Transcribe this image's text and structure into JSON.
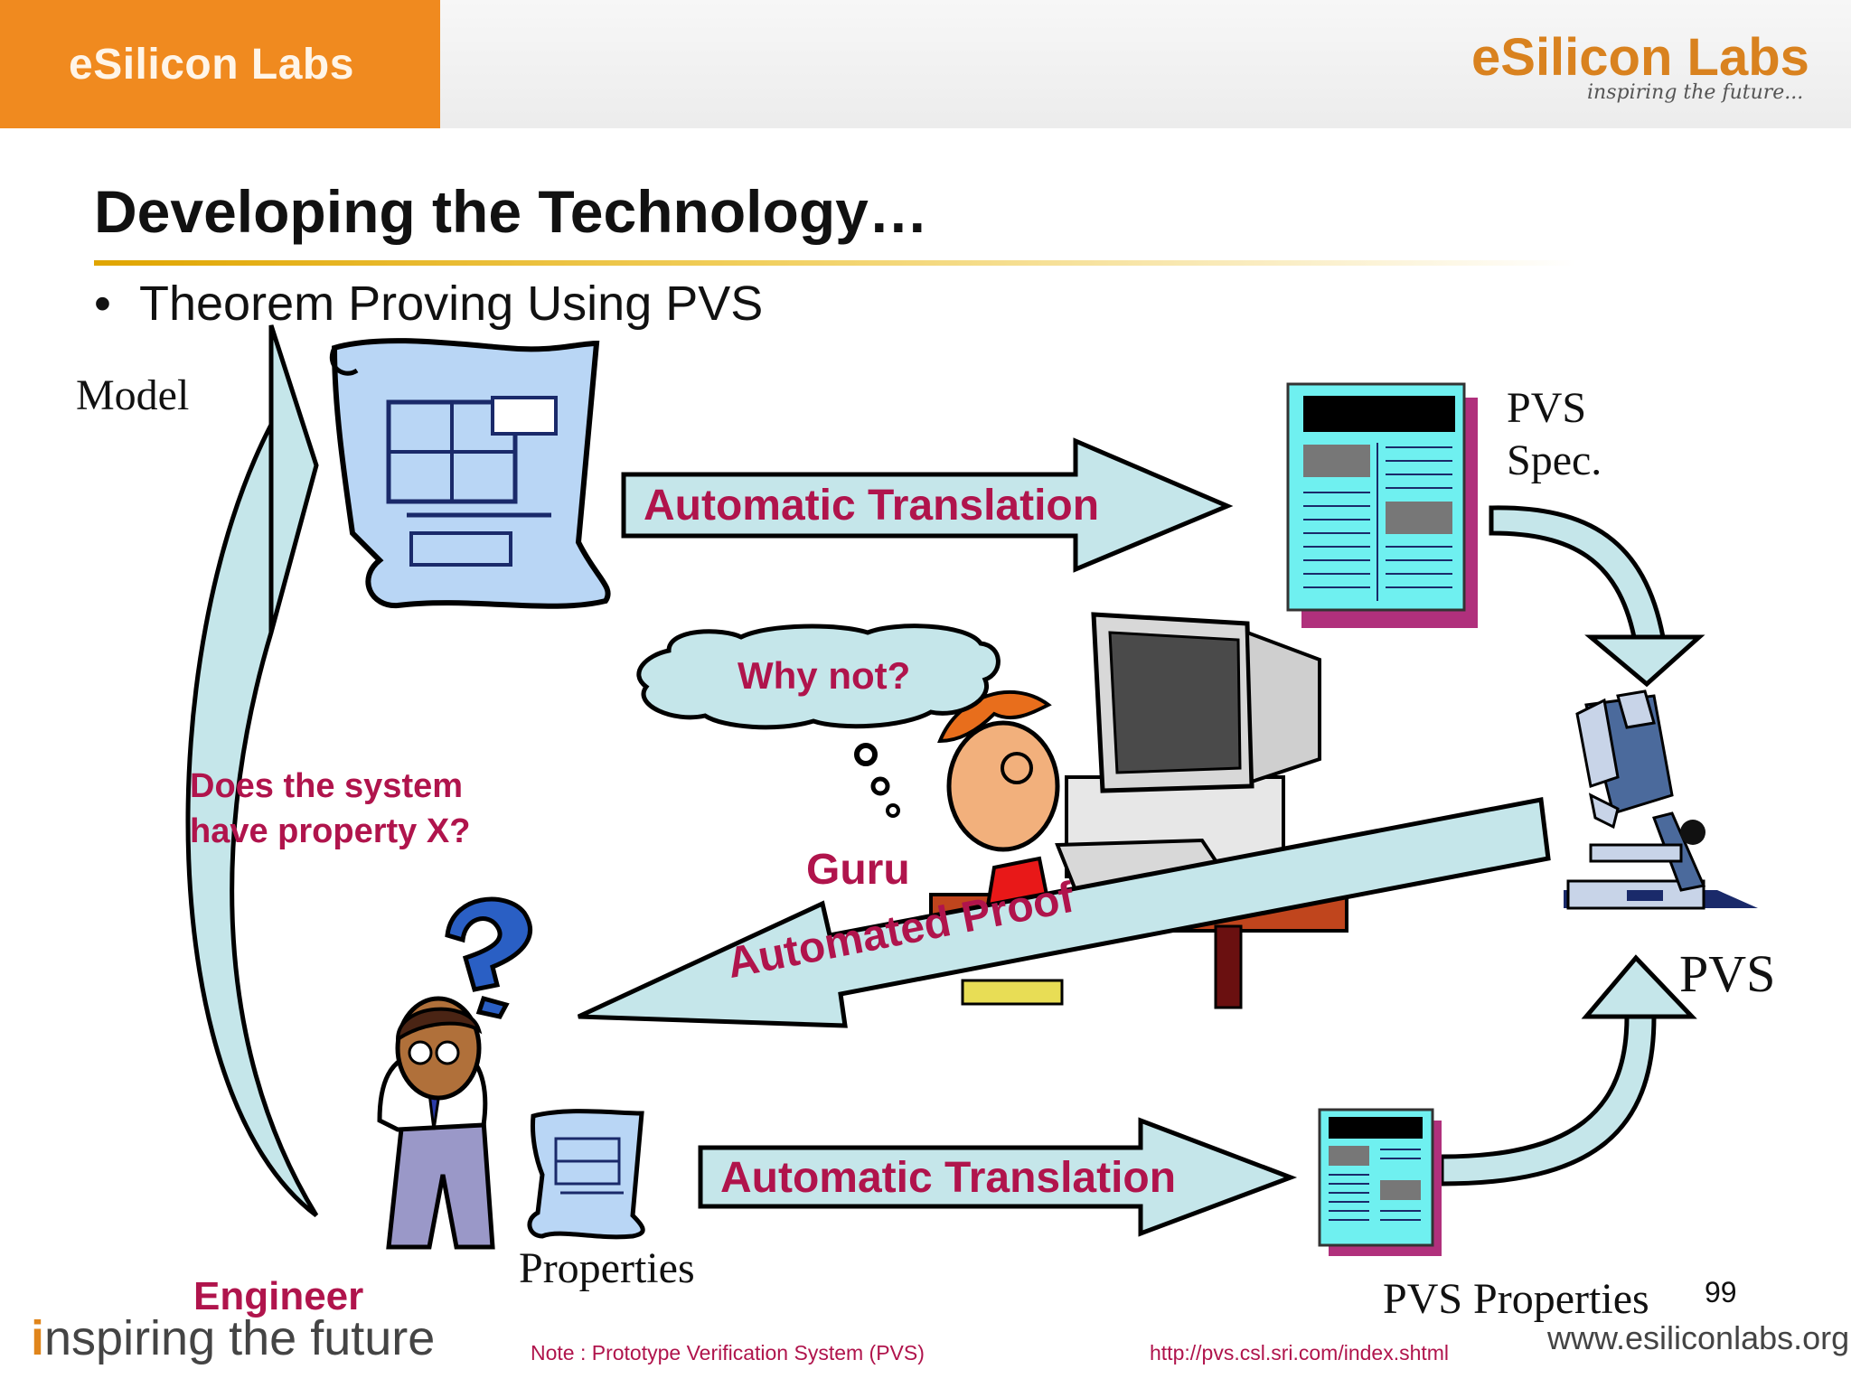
{
  "header": {
    "brand_tab": "eSilicon Labs",
    "logo_word": "eSilicon Labs",
    "logo_tagline": "inspiring the future..."
  },
  "slide": {
    "title": "Developing the Technology…",
    "bullet": "Theorem Proving Using PVS"
  },
  "diagram": {
    "model_label": "Model",
    "pvs_spec_line1": "PVS",
    "pvs_spec_line2": "Spec.",
    "top_arrow_label": "Automatic Translation",
    "bottom_arrow_label": "Automatic Translation",
    "thought_bubble": "Why not?",
    "guru_label": "Guru",
    "question_line1": "Does the system",
    "question_line2": "have property X?",
    "proof_arrow_label": "Automated Proof",
    "pvs_label": "PVS",
    "engineer_label": "Engineer",
    "properties_label": "Properties",
    "pvs_properties_label": "PVS Properties"
  },
  "footer": {
    "note": "Note : Prototype Verification System (PVS)",
    "url": "http://pvs.csl.sri.com/index.shtml",
    "page_number": "99",
    "website": "www.esiliconlabs.org",
    "tagline_initial": "i",
    "tagline_rest": "nspiring the future"
  },
  "colors": {
    "brand_orange": "#f08a1f",
    "accent_red": "#b0144c",
    "arrow_fill": "#c5e6ea",
    "document_cyan": "#6ff0f0",
    "document_shadow": "#b0307c"
  }
}
